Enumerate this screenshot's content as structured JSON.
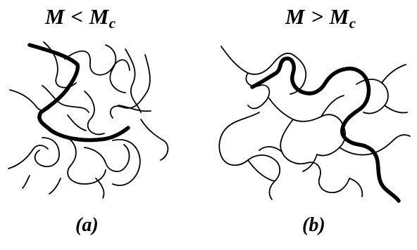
{
  "panels": [
    {
      "title_main": "M < M",
      "title_sub": "c",
      "caption": "(a)"
    },
    {
      "title_main": "M > M",
      "title_sub": "c",
      "caption": "(b)"
    }
  ]
}
